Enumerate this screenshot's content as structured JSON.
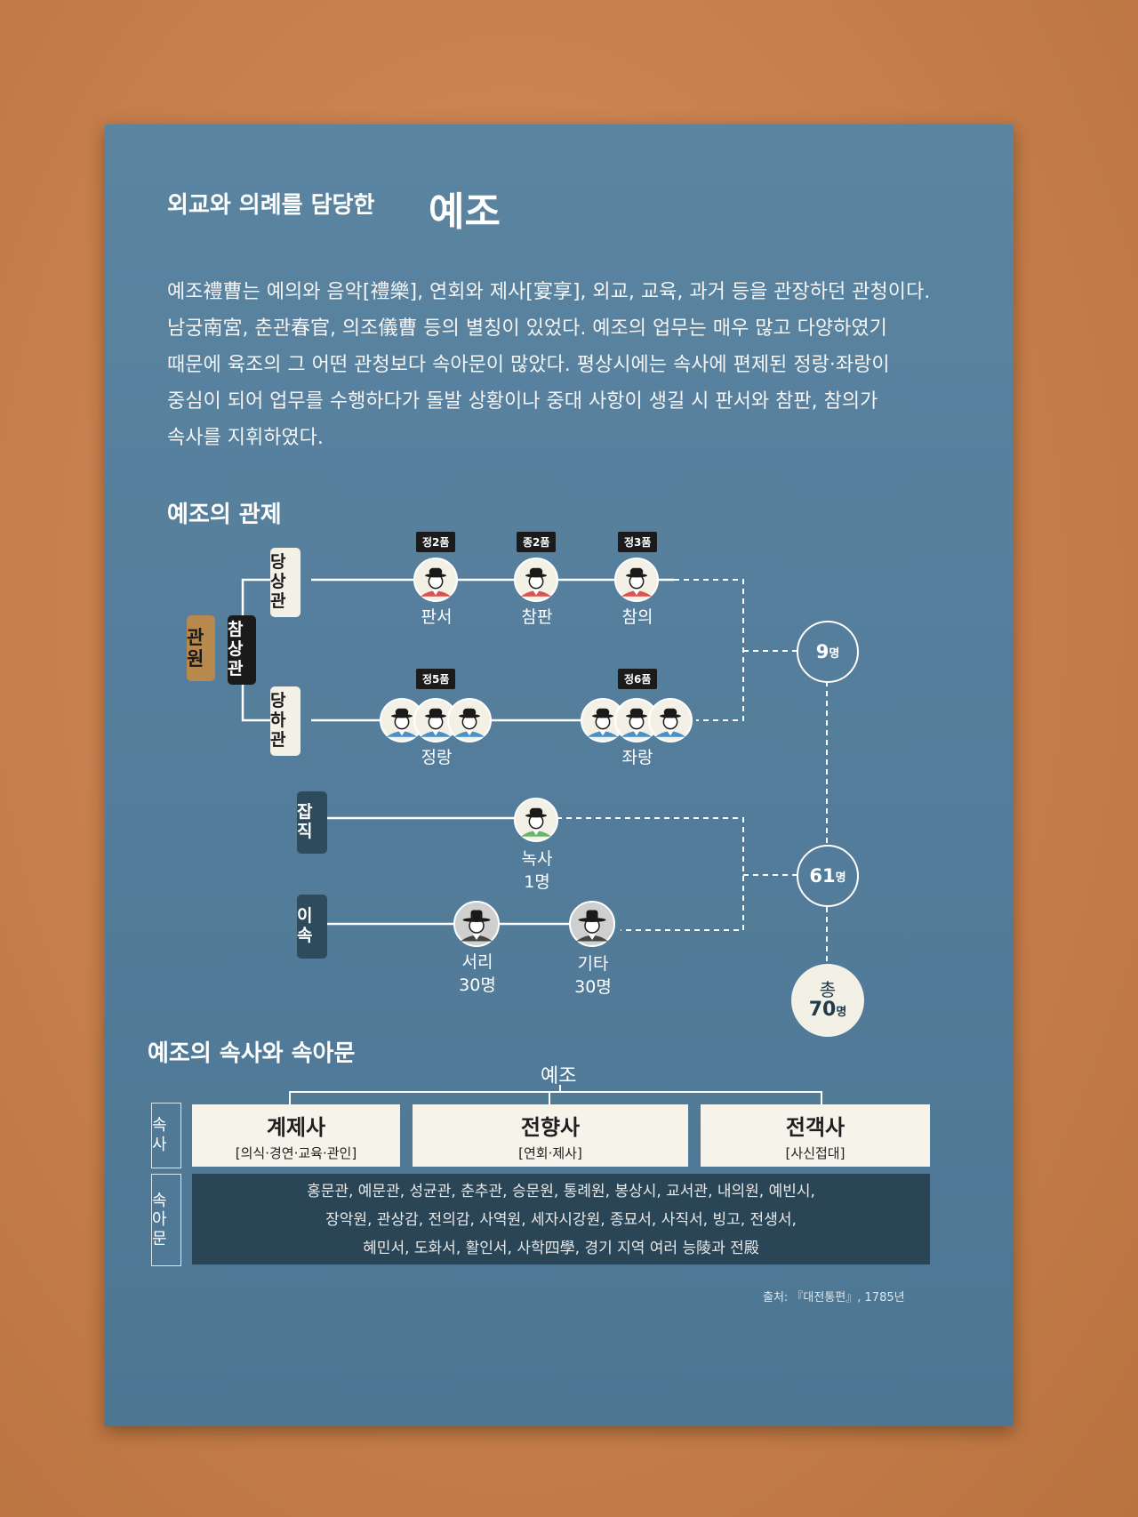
{
  "title": {
    "prefix": "외교와 의례를 담당한",
    "main": "예조"
  },
  "intro": [
    "예조禮曹는 예의와 음악[禮樂], 연회와 제사[宴享], 외교, 교육, 과거 등을 관장하던 관청이다.",
    "남궁南宮, 춘관春官, 의조儀曹 등의 별칭이 있었다. 예조의 업무는 매우 많고 다양하였기",
    "때문에 육조의 그 어떤 관청보다 속아문이 많았다. 평상시에는 속사에 편제된 정랑·좌랑이",
    "중심이 되어 업무를 수행하다가 돌발 상황이나 중대 사항이 생길 시 판서와 참판, 참의가",
    "속사를 지휘하였다."
  ],
  "section1": "예조의 관제",
  "section2": "예조의 속사와 속아문",
  "org": {
    "gwanwon": "관원",
    "chamsang": "참상관",
    "dangsang": "당상관",
    "dangha": "당하관",
    "japjik": "잡직",
    "isok": "이속",
    "ranks": {
      "jeong2": "정2품",
      "jong2": "종2품",
      "jeong3": "정3품",
      "jeong5": "정5품",
      "jeong6": "정6품"
    },
    "roles": {
      "panseo": "판서",
      "champan": "참판",
      "chamui": "참의",
      "jeongrang": "정랑",
      "jwarang": "좌랑"
    },
    "noksa": {
      "name": "녹사",
      "count": "1명"
    },
    "seori": {
      "name": "서리",
      "count": "30명"
    },
    "gita": {
      "name": "기타",
      "count": "30명"
    },
    "total9": {
      "num": "9",
      "unit": "명"
    },
    "total61": {
      "num": "61",
      "unit": "명"
    },
    "total": {
      "label": "총",
      "num": "70",
      "unit": "명"
    }
  },
  "sub": {
    "root": "예조",
    "soksa_label": "속사",
    "sogamun_label": "속아문",
    "offices": [
      {
        "name": "계제사",
        "desc": "[의식·경연·교육·관인]"
      },
      {
        "name": "전향사",
        "desc": "[연회·제사]"
      },
      {
        "name": "전객사",
        "desc": "[사신접대]"
      }
    ],
    "sogamun": [
      "홍문관, 예문관, 성균관, 춘추관, 승문원, 통례원, 봉상시, 교서관, 내의원, 예빈시,",
      "장악원, 관상감, 전의감, 사역원, 세자시강원, 종묘서, 사직서, 빙고, 전생서,",
      "혜민서, 도화서, 활인서, 사학四學, 경기 지역 여러 능陵과 전殿"
    ]
  },
  "source": "출처: 『대전통편』, 1785년"
}
